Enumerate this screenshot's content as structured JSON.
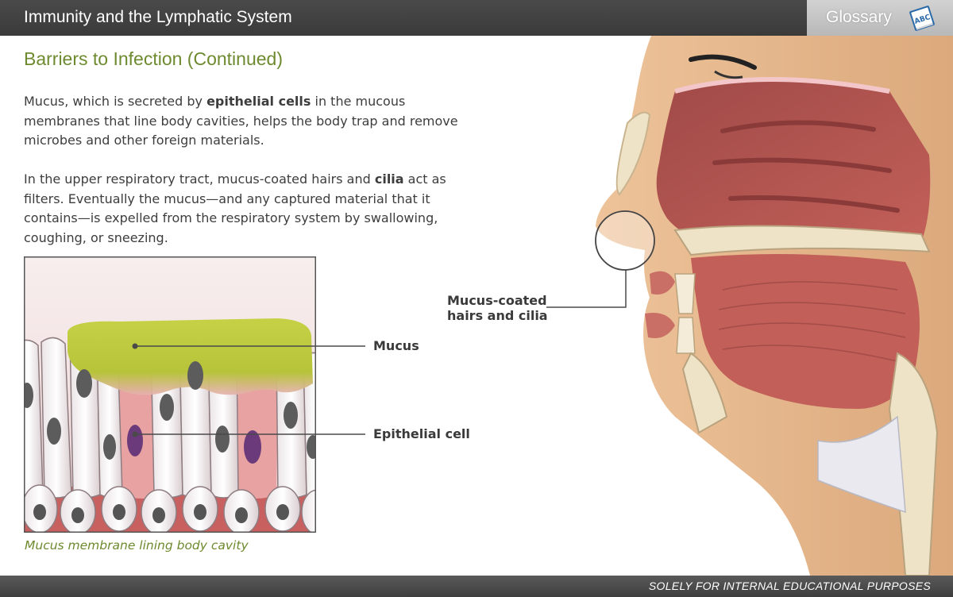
{
  "header": {
    "title": "Immunity and the Lymphatic System",
    "glossary_label": "Glossary",
    "glossary_icon": "abc-book-icon",
    "glossary_icon_text": "ABC"
  },
  "page": {
    "title": "Barriers to Infection (Continued)",
    "paragraph_1": [
      {
        "text": "Mucus, which is secreted by ",
        "bold": false
      },
      {
        "text": "epithelial cells",
        "bold": true
      },
      {
        "text": " in the mucous membranes that line body cavities, helps the body trap and remove microbes and other foreign materials.",
        "bold": false
      }
    ],
    "paragraph_2": [
      {
        "text": "In the upper respiratory tract, mucus-coated hairs and ",
        "bold": false
      },
      {
        "text": "cilia",
        "bold": true
      },
      {
        "text": " act as filters. Eventually the mucus—and any captured material that it contains—is expelled from the respiratory system by swallowing, coughing, or sneezing.",
        "bold": false
      }
    ]
  },
  "diagram": {
    "caption": "Mucus membrane lining body cavity",
    "labels": {
      "mucus": "Mucus",
      "epithelial_cell": "Epithelial cell",
      "hairs_line_1": "Mucus-coated",
      "hairs_line_2": "hairs and cilia"
    }
  },
  "colors": {
    "accent_green": "#6e8a2e",
    "header_bg": "#3f3f3f",
    "glossary_bg": "#c6c6c6",
    "mucus": "#b9c63a",
    "skin": "#e8b98c",
    "tissue_red": "#b9544f"
  },
  "footer": {
    "text": "SOLELY FOR INTERNAL EDUCATIONAL PURPOSES"
  }
}
